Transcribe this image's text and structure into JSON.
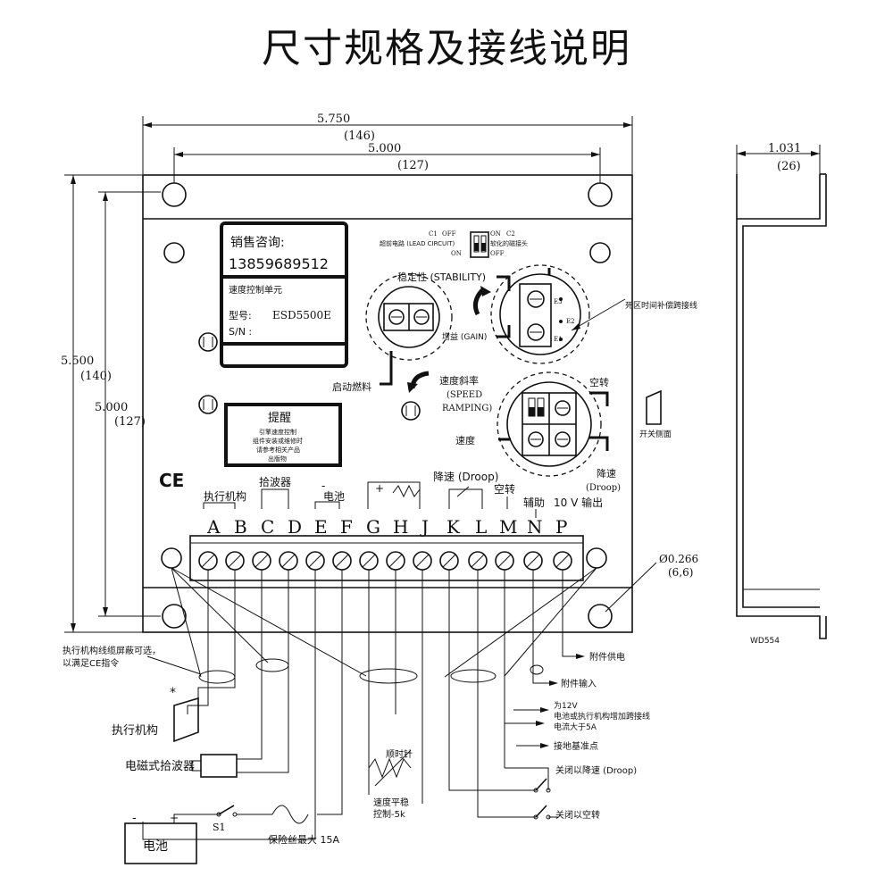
{
  "title": "尺寸规格及接线说明",
  "dimensions": {
    "overall_width": "5.750",
    "overall_width_mm": "(146)",
    "hole_width": "5.000",
    "hole_width_mm": "(127)",
    "overall_height": "5.500",
    "overall_height_mm": "(140)",
    "hole_height": "5.000",
    "hole_height_mm": "(127)",
    "side_width": "1.031",
    "side_width_mm": "(26)",
    "hole_dia": "Ø0.266",
    "hole_dia_mm": "(6,6)"
  },
  "label_box": {
    "sales": "销售咨询:",
    "phone": "13859689512",
    "unit": "速度控制单元",
    "model_label": "型号:",
    "model": "ESD5500E",
    "sn": "S/N :"
  },
  "reminder": {
    "title": "提醒",
    "line1": "引擎速度控制",
    "line2": "组件安装或维修时",
    "line3": "请参考相关产品",
    "line4": "出版物"
  },
  "switches": {
    "c1": "C1",
    "c1_desc": "超前电路 (LEAD CIRCUIT)",
    "off": "OFF",
    "on": "ON",
    "c2": "C2",
    "c2_desc": "软化的磁接头"
  },
  "pots": {
    "stability": "稳定性 (STABILITY)",
    "gain": "增益 (GAIN)",
    "start_fuel": "启动燃料",
    "ramp": "速度斜率",
    "ramp_en1": "(SPEED",
    "ramp_en2": "RAMPING)",
    "speed": "速度",
    "idle": "空转",
    "droop": "降速",
    "droop_en": "(Droop)",
    "dead_time": "死区时间补偿跨接线",
    "e1": "E1",
    "e2": "E2",
    "e3": "E3",
    "switch_side": "开关侧面"
  },
  "terminal_groups": {
    "actuator": "执行机构",
    "pickup": "拾波器",
    "minus": "-",
    "battery": "电池",
    "plus": "+",
    "droop": "降速 (Droop)",
    "idle": "空转",
    "aux": "辅助",
    "out10v": "10 V  输出"
  },
  "terminals": [
    "A",
    "B",
    "C",
    "D",
    "E",
    "F",
    "G",
    "H",
    "J",
    "K",
    "L",
    "M",
    "N",
    "P"
  ],
  "wiring": {
    "shield_note1": "执行机构线缆屏蔽可选，",
    "shield_note2": "以满足CE指令",
    "star": "*",
    "actuator": "执行机构",
    "pickup": "电磁式拾波器",
    "battery": "电池",
    "s1": "S1",
    "fuse": "保险丝最大  15A",
    "minus": "-",
    "plus": "+",
    "acc_power": "附件供电",
    "acc_input": "附件输入",
    "jumper1": "为12V",
    "jumper2": "电池或执行机构增加跨接线",
    "jumper3": "电流大于5A",
    "ground": "接地基准点",
    "close_droop": "关闭以降速 (Droop)",
    "close_idle": "关闭以空转",
    "clockwise": "顺时针",
    "trim1": "速度平稳",
    "trim2": "控制-5k",
    "ce": "CE",
    "wd": "WD554"
  }
}
